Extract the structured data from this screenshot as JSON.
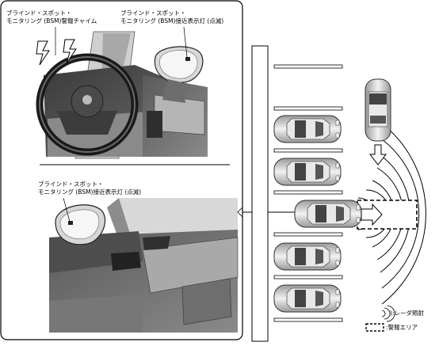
{
  "panel_top": {
    "chime_label": {
      "line1": "ブラインド・スポット・",
      "line2": "モニタリング (BSM)警報チャイム"
    },
    "indicator_label": {
      "line1": "ブラインド・スポット・",
      "line2": "モニタリング (BSM)接近表示灯 (点滅)"
    }
  },
  "panel_bottom": {
    "indicator_label": {
      "line1": "ブラインド・スポット・",
      "line2": "モニタリング (BSM)接近表示灯 (点滅)"
    }
  },
  "legend": {
    "radar_label": "):レーダ照射",
    "alert_area_label": ":警報エリア"
  }
}
